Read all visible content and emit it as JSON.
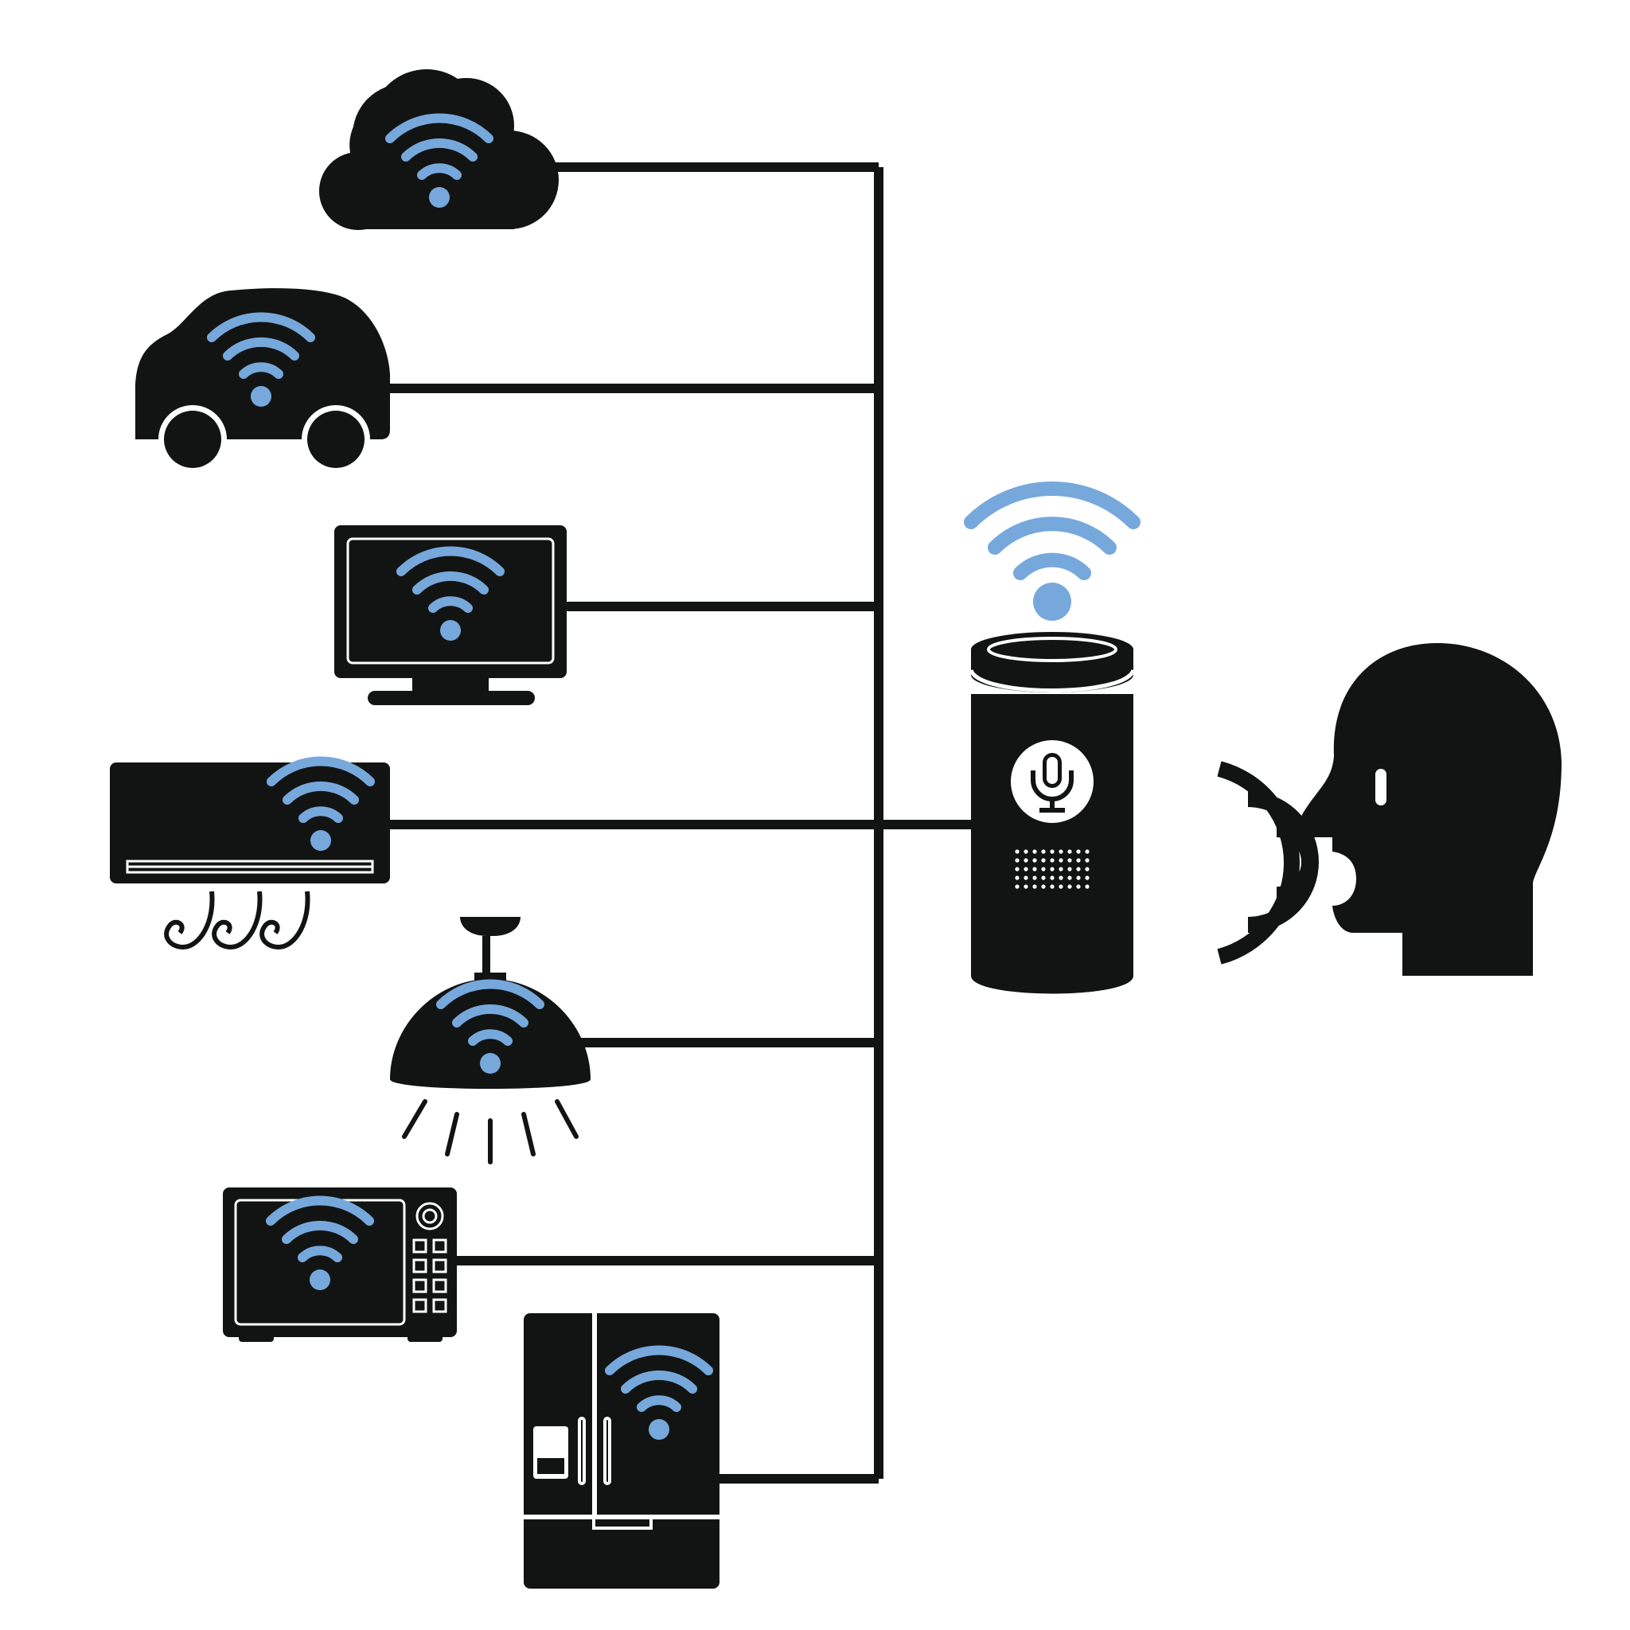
{
  "diagram": {
    "type": "smart-home-voice-assistant-network",
    "colors": {
      "device": "#121413",
      "wifi": "#76a8dc",
      "background": "#ffffff"
    },
    "hub": {
      "icon": "smart-speaker-icon",
      "button_icon": "microphone-icon"
    },
    "speaker_person": {
      "icon": "person-head-icon",
      "voice_icon": "sound-waves-icon"
    },
    "devices": [
      {
        "name": "cloud",
        "icon": "cloud-icon"
      },
      {
        "name": "car",
        "icon": "car-icon"
      },
      {
        "name": "television",
        "icon": "tv-icon"
      },
      {
        "name": "air-conditioner",
        "icon": "air-conditioner-icon"
      },
      {
        "name": "ceiling-lamp",
        "icon": "ceiling-lamp-icon"
      },
      {
        "name": "microwave",
        "icon": "microwave-icon"
      },
      {
        "name": "refrigerator",
        "icon": "refrigerator-icon"
      }
    ],
    "connections": [
      {
        "from": "cloud",
        "to": "hub"
      },
      {
        "from": "car",
        "to": "hub"
      },
      {
        "from": "television",
        "to": "hub"
      },
      {
        "from": "air-conditioner",
        "to": "hub"
      },
      {
        "from": "ceiling-lamp",
        "to": "hub"
      },
      {
        "from": "microwave",
        "to": "hub"
      },
      {
        "from": "refrigerator",
        "to": "hub"
      }
    ]
  }
}
